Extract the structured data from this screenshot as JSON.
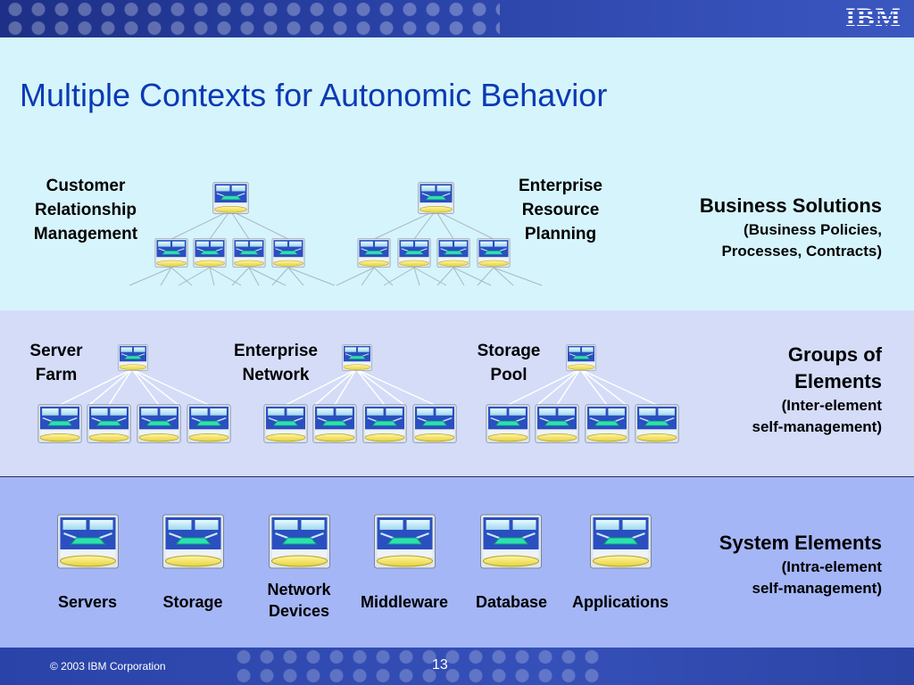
{
  "header": {
    "logo": "IBM"
  },
  "title": "Multiple Contexts for Autonomic Behavior",
  "business": {
    "left_label": [
      "Customer",
      "Relationship",
      "Management"
    ],
    "right_label": [
      "Enterprise",
      "Resource",
      "Planning"
    ],
    "context": {
      "heading": "Business Solutions",
      "lines": [
        "(Business Policies,",
        "Processes, Contracts)"
      ]
    }
  },
  "groups": {
    "labels": [
      {
        "lines": [
          "Server",
          "Farm"
        ]
      },
      {
        "lines": [
          "Enterprise",
          "Network"
        ]
      },
      {
        "lines": [
          "Storage",
          "Pool"
        ]
      }
    ],
    "context": {
      "heading": [
        "Groups of",
        "Elements"
      ],
      "lines": [
        "(Inter-element",
        "self-management)"
      ]
    }
  },
  "system": {
    "elements": [
      {
        "lines": [
          "Servers"
        ]
      },
      {
        "lines": [
          "Storage"
        ]
      },
      {
        "lines": [
          "Network",
          "Devices"
        ]
      },
      {
        "lines": [
          "Middleware"
        ]
      },
      {
        "lines": [
          "Database"
        ]
      },
      {
        "lines": [
          "Applications"
        ]
      }
    ],
    "context": {
      "heading": "System Elements",
      "lines": [
        "(Intra-element",
        "self-management)"
      ]
    }
  },
  "footer": {
    "copyright": "© 2003 IBM Corporation",
    "page_number": "13"
  },
  "icon": "autonomic-element-icon",
  "colors": {
    "title": "#0a3ab4",
    "icon_blue": "#2a4fc0",
    "icon_green": "#2ee0b0",
    "icon_yellow": "#f0e060"
  }
}
